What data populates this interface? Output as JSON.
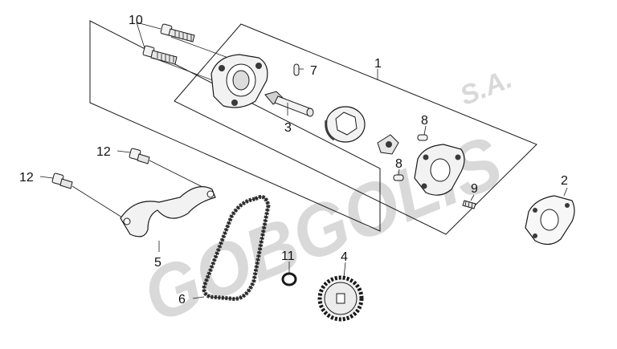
{
  "watermark": {
    "brand": "GOBGOLIS",
    "suffix": "S.A."
  },
  "callouts": {
    "c1": "1",
    "c2": "2",
    "c3": "3",
    "c4": "4",
    "c5": "5",
    "c6": "6",
    "c7": "7",
    "c8a": "8",
    "c8b": "8",
    "c9": "9",
    "c10": "10",
    "c11": "11",
    "c12a": "12",
    "c12b": "12"
  },
  "colors": {
    "line": "#1a1a1a",
    "part_fill": "#f2f2f2",
    "part_dark": "#3a3a3a",
    "watermark": "#d9d9d9"
  },
  "parts": [
    {
      "callout": "1",
      "name": "oil-pump-assembly"
    },
    {
      "callout": "2",
      "name": "gasket"
    },
    {
      "callout": "3",
      "name": "pump-shaft"
    },
    {
      "callout": "4",
      "name": "driven-sprocket"
    },
    {
      "callout": "5",
      "name": "chain-guide-plate"
    },
    {
      "callout": "6",
      "name": "drive-chain"
    },
    {
      "callout": "7",
      "name": "pin"
    },
    {
      "callout": "8",
      "name": "dowel-pin"
    },
    {
      "callout": "9",
      "name": "screw"
    },
    {
      "callout": "10",
      "name": "bolt"
    },
    {
      "callout": "11",
      "name": "circlip"
    },
    {
      "callout": "12",
      "name": "bolt"
    }
  ]
}
